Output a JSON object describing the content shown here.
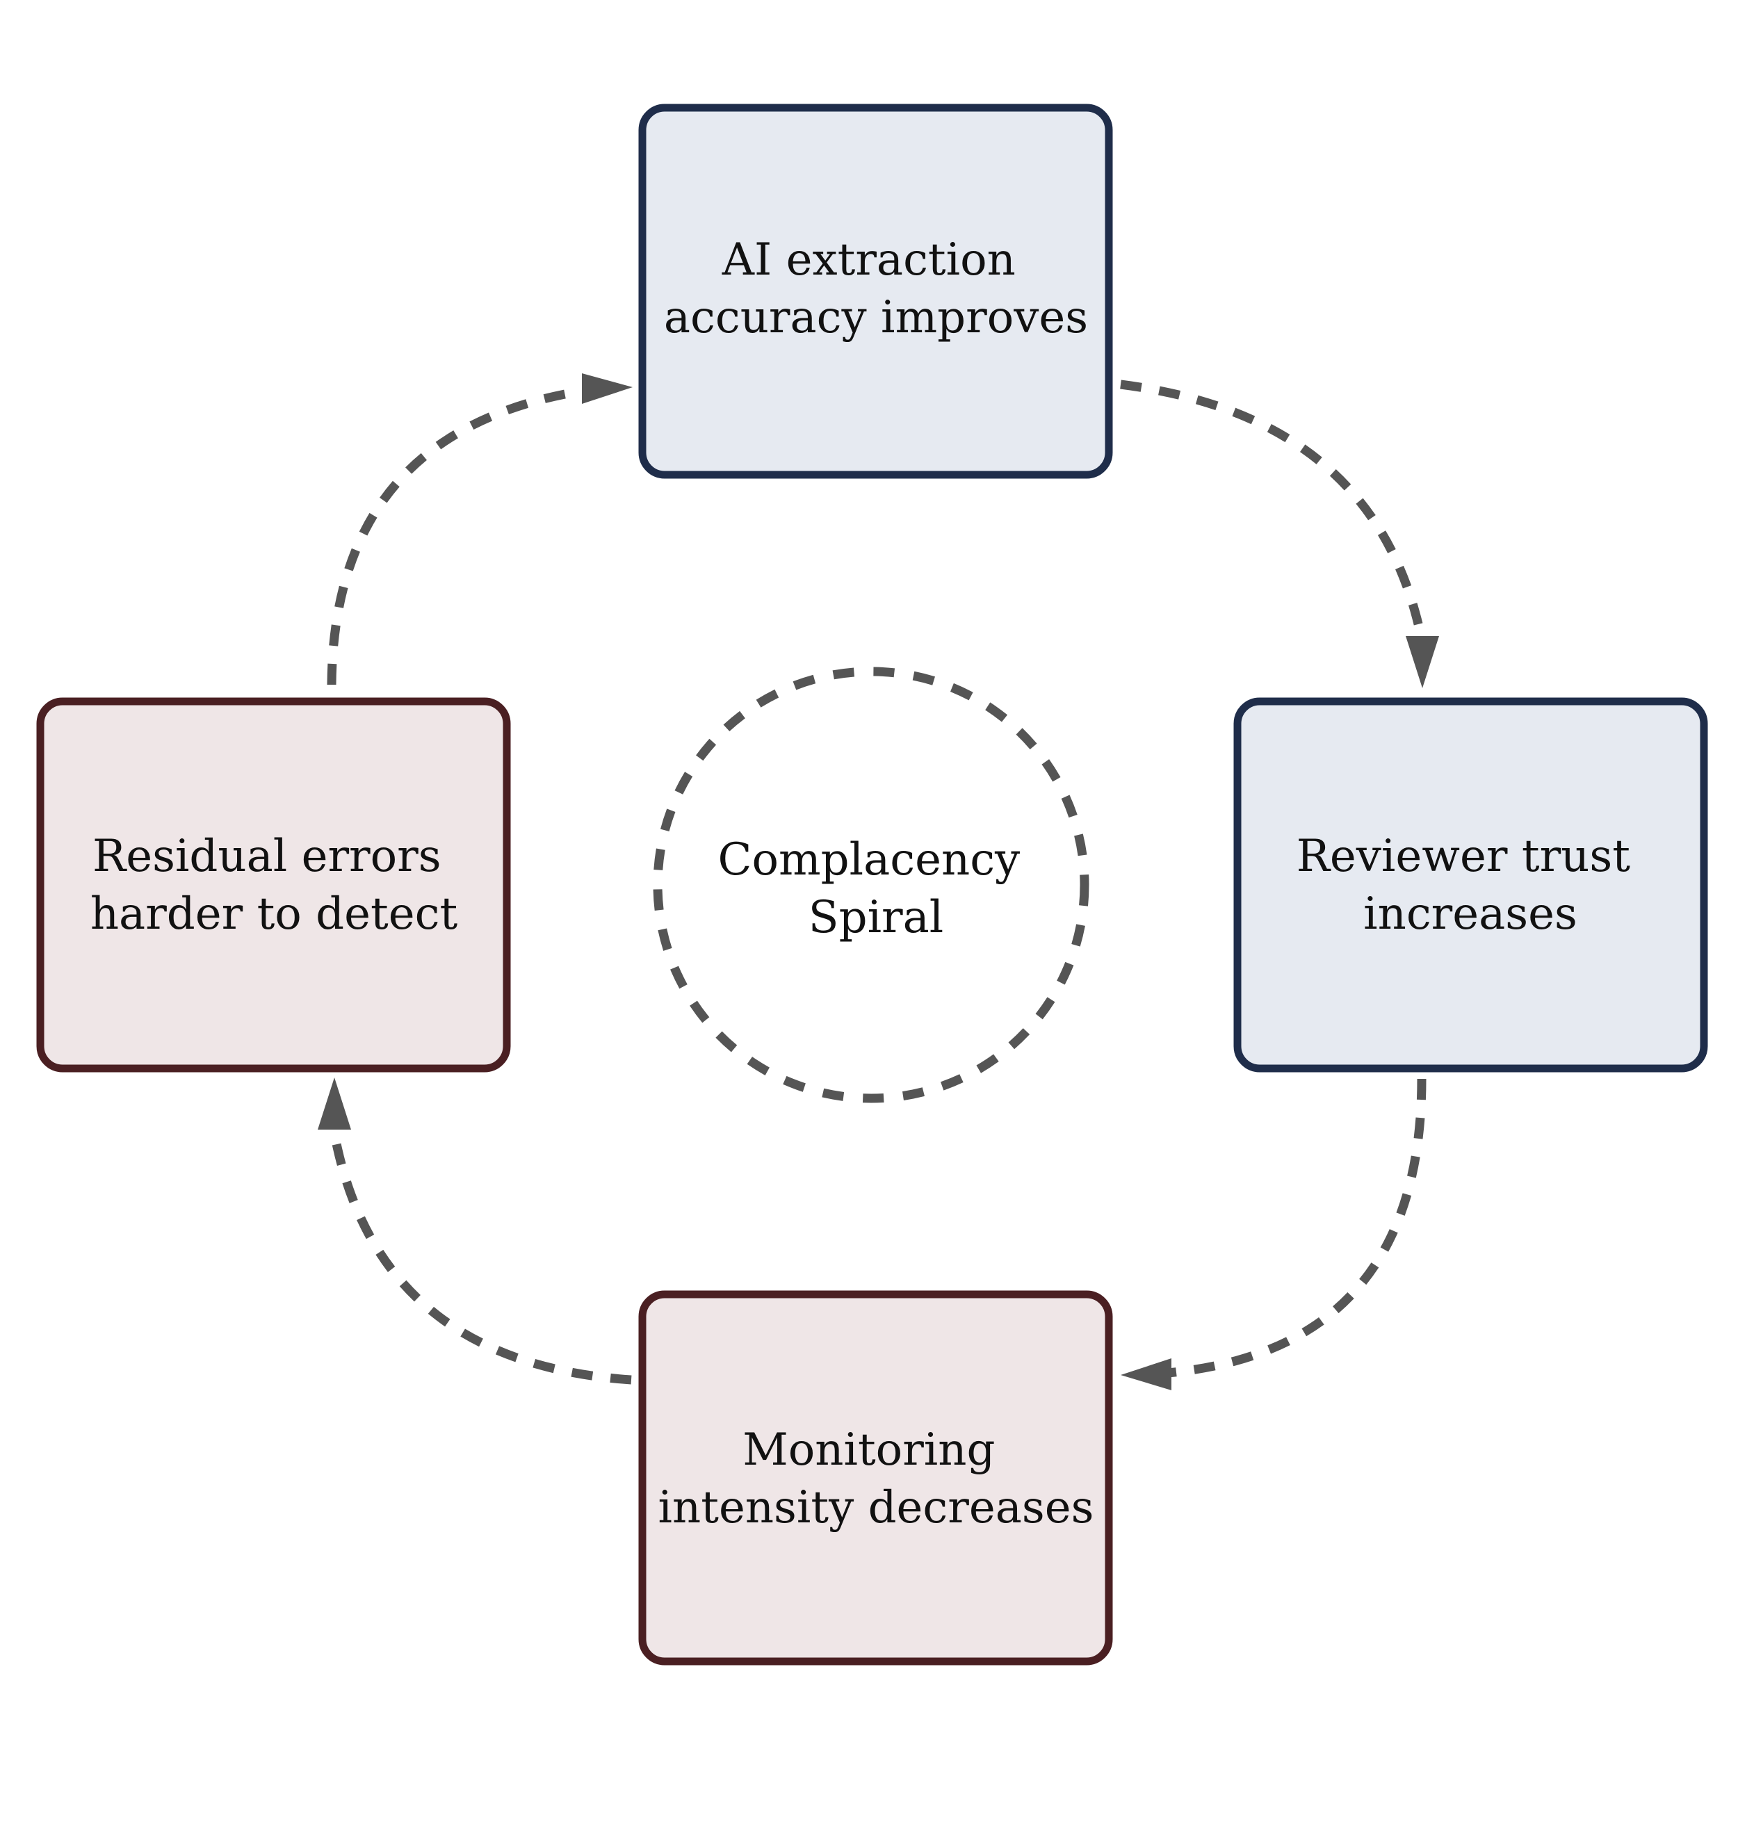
{
  "diagram": {
    "center": {
      "lines": [
        "Complacency",
        "Spiral"
      ]
    },
    "nodes": [
      {
        "id": "ai-extraction",
        "lines": [
          "AI extraction",
          "accuracy improves"
        ],
        "fill": "#e6eaf1",
        "stroke": "#1f2d4a"
      },
      {
        "id": "reviewer-trust",
        "lines": [
          "Reviewer trust",
          "increases"
        ],
        "fill": "#e6eaf1",
        "stroke": "#1f2d4a"
      },
      {
        "id": "monitoring",
        "lines": [
          "Monitoring",
          "intensity decreases"
        ],
        "fill": "#efe6e7",
        "stroke": "#4a1f22"
      },
      {
        "id": "residual-errors",
        "lines": [
          "Residual errors",
          "harder to detect"
        ],
        "fill": "#efe6e7",
        "stroke": "#4a1f22"
      }
    ],
    "connector_color": "#555555"
  }
}
